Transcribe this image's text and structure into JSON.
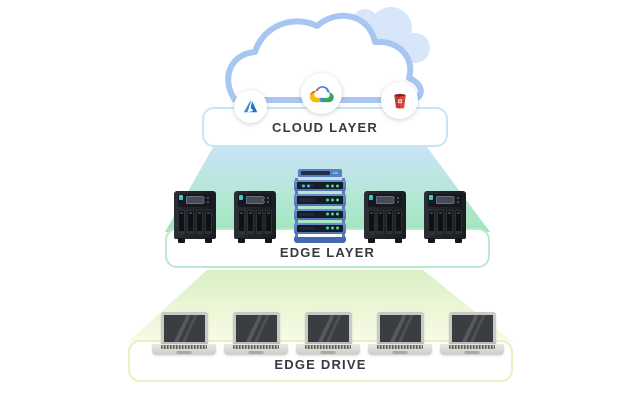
{
  "cloud_layer": {
    "label": "CLOUD LAYER",
    "box_border": "#c8e5f5",
    "providers": [
      {
        "icon": "azure-icon",
        "brand": "Microsoft Azure",
        "color": "#2a7de1"
      },
      {
        "icon": "google-cloud-icon",
        "brand": "Google Cloud",
        "colors": [
          "#EA4335",
          "#4285F4",
          "#34A853",
          "#FBBC05"
        ]
      },
      {
        "icon": "aws-s3-icon",
        "brand": "Amazon S3",
        "color": "#c63a2f"
      }
    ],
    "cloud_outline_color": "#a8c6f2",
    "cloud_back_fill": "#d8e6fa"
  },
  "edge_layer": {
    "label": "EDGE LAYER",
    "box_border": "#b8ead2",
    "nas_left_count": 2,
    "nas_right_count": 2,
    "rack_unit_count": 4,
    "led_color": "#41da8c",
    "accent_color": "#38c9da"
  },
  "edge_drive_layer": {
    "label": "EDGE DRIVE",
    "box_border": "#e6f2c2",
    "laptop_count": 5
  },
  "gradients": {
    "cloud_to_edge": [
      "#c9e3f5",
      "#b5e7d8",
      "#a2e5bc"
    ],
    "edge_to_drive": [
      "#d9f0c4",
      "#f7fae8"
    ]
  },
  "label_text_color": "#363b42"
}
